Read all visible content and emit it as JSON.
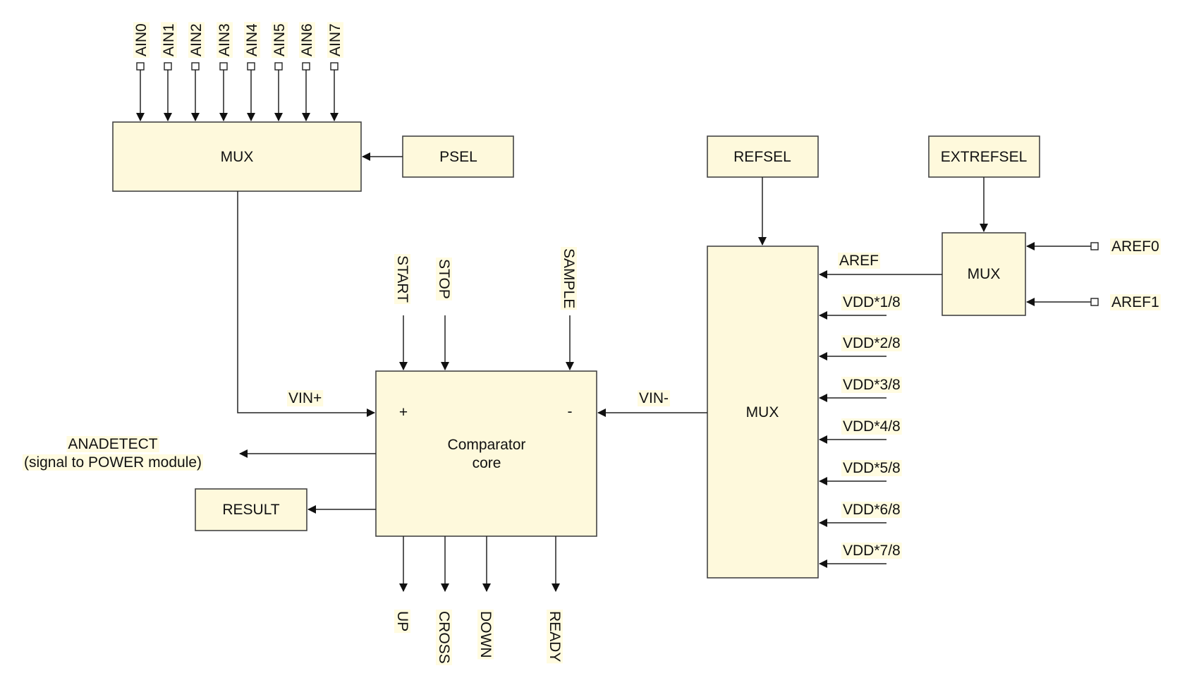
{
  "colors": {
    "block_fill": "#fef9dc",
    "label_highlight": "#fffbe0",
    "line": "#222222"
  },
  "inputs": [
    "AIN0",
    "AIN1",
    "AIN2",
    "AIN3",
    "AIN4",
    "AIN5",
    "AIN6",
    "AIN7"
  ],
  "blocks": {
    "mux_input": "MUX",
    "psel": "PSEL",
    "refsel": "REFSEL",
    "extrefsel": "EXTREFSEL",
    "mux_aref": "MUX",
    "mux_ref": "MUX",
    "comparator_line1": "Comparator",
    "comparator_line2": "core",
    "result": "RESULT"
  },
  "aref_inputs": [
    "AREF0",
    "AREF1"
  ],
  "ref_signals": {
    "aref": "AREF",
    "vdd": [
      "VDD*1/8",
      "VDD*2/8",
      "VDD*3/8",
      "VDD*4/8",
      "VDD*5/8",
      "VDD*6/8",
      "VDD*7/8"
    ]
  },
  "comparator": {
    "vin_plus": "VIN+",
    "vin_minus": "VIN-",
    "plus": "+",
    "minus": "-"
  },
  "tasks": [
    "START",
    "STOP",
    "SAMPLE"
  ],
  "events": [
    "UP",
    "CROSS",
    "DOWN",
    "READY"
  ],
  "anadetect": {
    "line1": "ANADETECT",
    "line2": "(signal to POWER module)"
  }
}
